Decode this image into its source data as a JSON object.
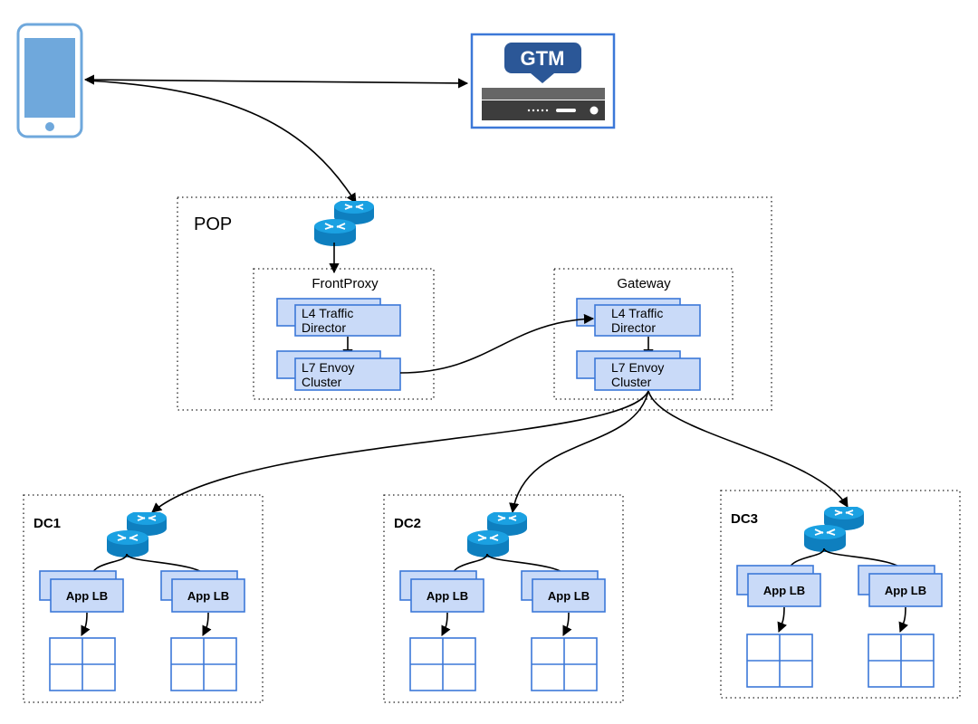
{
  "pop": {
    "label": "POP"
  },
  "gtm": {
    "label": "GTM"
  },
  "front_proxy": {
    "label": "FrontProxy",
    "l4": [
      "L4 Traffic",
      "Director"
    ],
    "l7": [
      "L7 Envoy",
      "Cluster"
    ]
  },
  "gateway": {
    "label": "Gateway",
    "l4": [
      "L4 Traffic",
      "Director"
    ],
    "l7": [
      "L7 Envoy",
      "Cluster"
    ]
  },
  "dcs": [
    {
      "label": "DC1",
      "app_lbs": [
        "App LB",
        "App LB"
      ]
    },
    {
      "label": "DC2",
      "app_lbs": [
        "App LB",
        "App LB"
      ]
    },
    {
      "label": "DC3",
      "app_lbs": [
        "App LB",
        "App LB"
      ]
    }
  ],
  "colors": {
    "box_fill": "#c9daf8",
    "box_stroke": "#3c78d8",
    "router_blue": "#1ba1e2",
    "gtm_badge": "#2b5797"
  }
}
